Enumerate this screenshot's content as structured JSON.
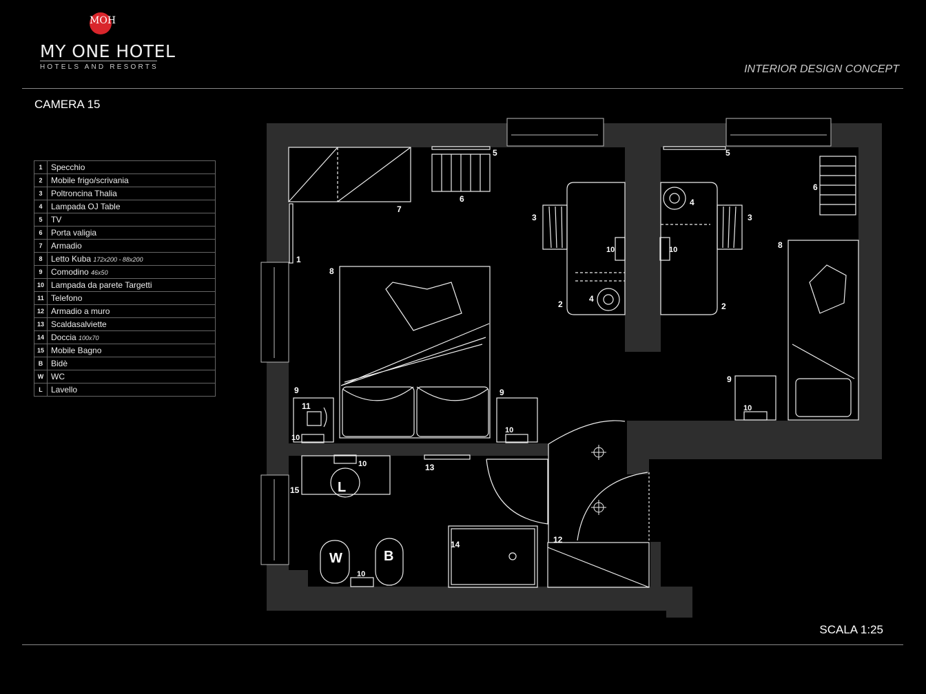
{
  "brand": {
    "monogram": "MOH",
    "name": "MY ONE HOTEL",
    "subtitle": "HOTELS AND RESORTS",
    "accent_color": "#d9262c"
  },
  "header": {
    "concept_label": "INTERIOR DESIGN CONCEPT"
  },
  "room_title": "CAMERA 15",
  "scale_label": "SCALA 1:25",
  "legend": [
    {
      "key": "1",
      "label": "Specchio",
      "detail": ""
    },
    {
      "key": "2",
      "label": "Mobile frigo/scrivania",
      "detail": ""
    },
    {
      "key": "3",
      "label": "Poltroncina Thalia",
      "detail": ""
    },
    {
      "key": "4",
      "label": "Lampada OJ Table",
      "detail": ""
    },
    {
      "key": "5",
      "label": "TV",
      "detail": ""
    },
    {
      "key": "6",
      "label": "Porta valigia",
      "detail": ""
    },
    {
      "key": "7",
      "label": "Armadio",
      "detail": ""
    },
    {
      "key": "8",
      "label": "Letto Kuba",
      "detail": "172x200  -  88x200"
    },
    {
      "key": "9",
      "label": "Comodino",
      "detail": "46x50"
    },
    {
      "key": "10",
      "label": "Lampada da parete  Targetti",
      "detail": ""
    },
    {
      "key": "11",
      "label": "Telefono",
      "detail": ""
    },
    {
      "key": "12",
      "label": "Armadio a muro",
      "detail": ""
    },
    {
      "key": "13",
      "label": "Scaldasalviette",
      "detail": ""
    },
    {
      "key": "14",
      "label": "Doccia",
      "detail": "100x70"
    },
    {
      "key": "15",
      "label": "Mobile Bagno",
      "detail": ""
    },
    {
      "key": "B",
      "label": "Bidè",
      "detail": ""
    },
    {
      "key": "W",
      "label": "WC",
      "detail": ""
    },
    {
      "key": "L",
      "label": "Lavello",
      "detail": ""
    }
  ],
  "plan": {
    "labels": {
      "mirror": "1",
      "desk_left": "2",
      "desk_right": "2",
      "chair_left": "3",
      "chair_right": "3",
      "lamp_table_a": "4",
      "lamp_table_b": "4",
      "tv_a": "5",
      "tv_b": "5",
      "luggage_a": "6",
      "luggage_b": "6",
      "wardrobe": "7",
      "bed_double": "8",
      "bed_single": "8",
      "nightstand_a": "9",
      "nightstand_b": "9",
      "nightstand_c": "9",
      "wall_lamp_a": "10",
      "wall_lamp_b": "10",
      "wall_lamp_c": "10",
      "wall_lamp_d": "10",
      "wall_lamp_e": "10",
      "wall_lamp_f": "10",
      "wall_lamp_g": "10",
      "phone": "11",
      "closet": "12",
      "towel_warmer": "13",
      "shower": "14",
      "bath_cabinet": "15",
      "wc_mark": "W",
      "bidet_mark": "B",
      "sink_mark": "L"
    }
  }
}
